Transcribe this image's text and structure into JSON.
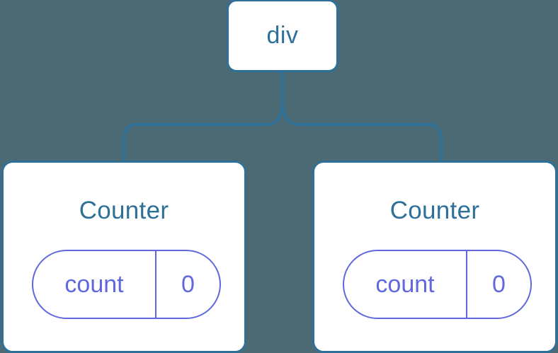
{
  "diagram": {
    "type": "component-tree",
    "background_color": "#4c6a73",
    "node_border_color": "#2f7099",
    "node_fill_color": "#ffffff",
    "node_text_color": "#2f7099",
    "state_border_color": "#6168dd",
    "state_text_color": "#6168dd",
    "edge_color": "#2f7099",
    "root": {
      "label": "div"
    },
    "children": [
      {
        "label": "Counter",
        "state": {
          "key": "count",
          "value": "0"
        }
      },
      {
        "label": "Counter",
        "state": {
          "key": "count",
          "value": "0"
        }
      }
    ]
  }
}
